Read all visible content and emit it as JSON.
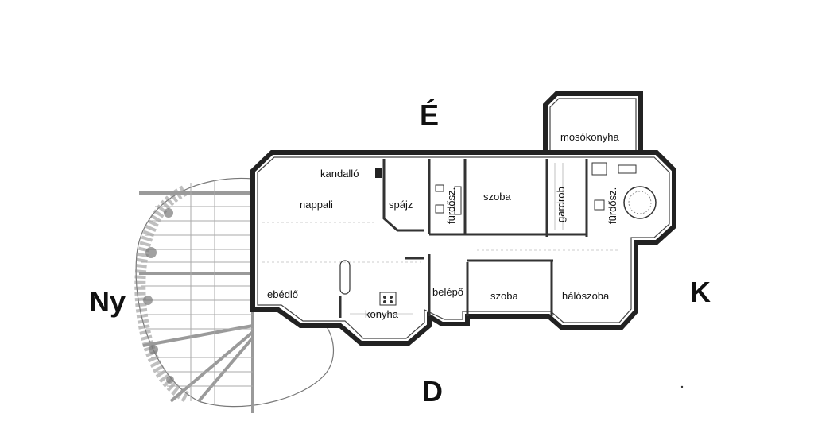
{
  "compass": {
    "north": "É",
    "south": "D",
    "west": "Ny",
    "east": "K"
  },
  "rooms": {
    "kandallo": "kandalló",
    "nappali": "nappali",
    "spajz": "spájz",
    "furdo_1": "fürdősz.",
    "szoba_1": "szoba",
    "gardrob": "gardrob",
    "furdo_2": "fürdősz.",
    "mosokonyha": "mosókonyha",
    "ebedlo": "ebédlő",
    "konyha": "konyha",
    "belepo": "belépő",
    "szoba_2": "szoba",
    "haloszoba": "hálószoba"
  },
  "colors": {
    "wall": "#222222",
    "terrace": "#9a9a9a",
    "background": "#ffffff"
  }
}
